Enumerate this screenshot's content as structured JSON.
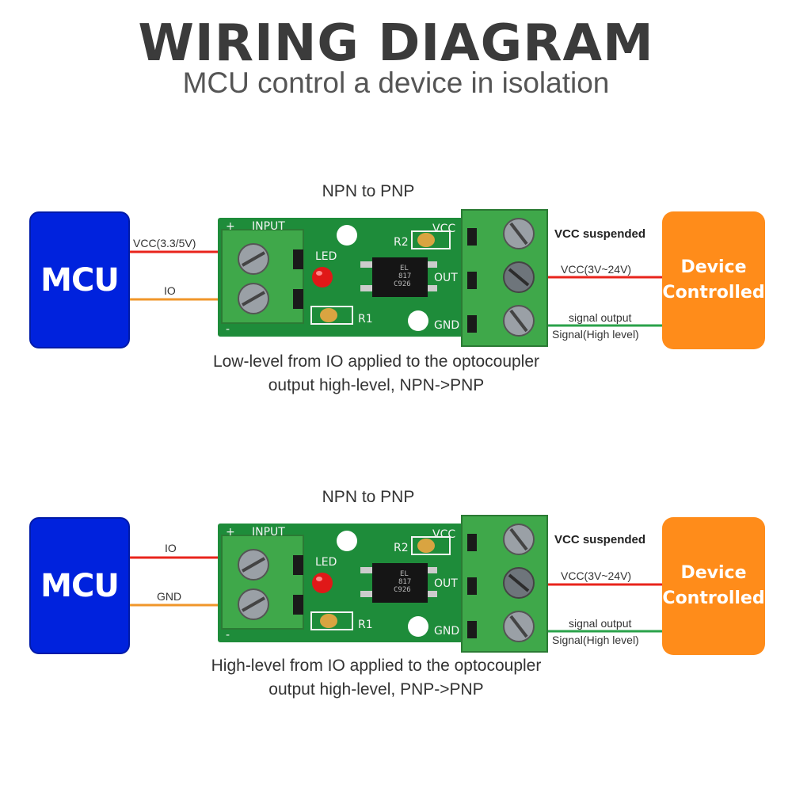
{
  "header": {
    "title": "WIRING DIAGRAM",
    "subtitle": "MCU control a device in isolation"
  },
  "colors": {
    "mcu_box": "#0022dd",
    "device_box": "#ff8c1a",
    "pcb": "#1e8c3a",
    "terminal": "#3fa84a",
    "wire_red": "#e8241c",
    "wire_orange": "#f0962a",
    "wire_green": "#2aa24a"
  },
  "diagrams": [
    {
      "heading": "NPN to PNP",
      "mcu_label": "MCU",
      "device_label_line1": "Device",
      "device_label_line2": "Controlled",
      "wire_top_label": "VCC(3.3/5V)",
      "wire_bottom_label": "IO",
      "right_vcc_suspended": "VCC suspended",
      "right_vcc_range": "VCC(3V~24V)",
      "right_signal_output": "signal output",
      "right_signal_level": "Signal(High level)",
      "caption_line1": "Low-level from IO applied to the optocoupler",
      "caption_line2": "output high-level, NPN->PNP"
    },
    {
      "heading": "NPN to PNP",
      "mcu_label": "MCU",
      "device_label_line1": "Device",
      "device_label_line2": "Controlled",
      "wire_top_label": "IO",
      "wire_bottom_label": "GND",
      "right_vcc_suspended": "VCC suspended",
      "right_vcc_range": "VCC(3V~24V)",
      "right_signal_output": "signal output",
      "right_signal_level": "Signal(High level)",
      "caption_line1": "High-level from IO applied to the optocoupler",
      "caption_line2": "output high-level, PNP->PNP"
    }
  ],
  "pcb_labels": {
    "plus": "+",
    "minus": "-",
    "input": "INPUT",
    "led": "LED",
    "r1": "R1",
    "r2": "R2",
    "vcc": "VCC",
    "out": "OUT",
    "gnd": "GND",
    "chip_line1": "EL",
    "chip_line2": "817",
    "chip_line3": "C926"
  }
}
